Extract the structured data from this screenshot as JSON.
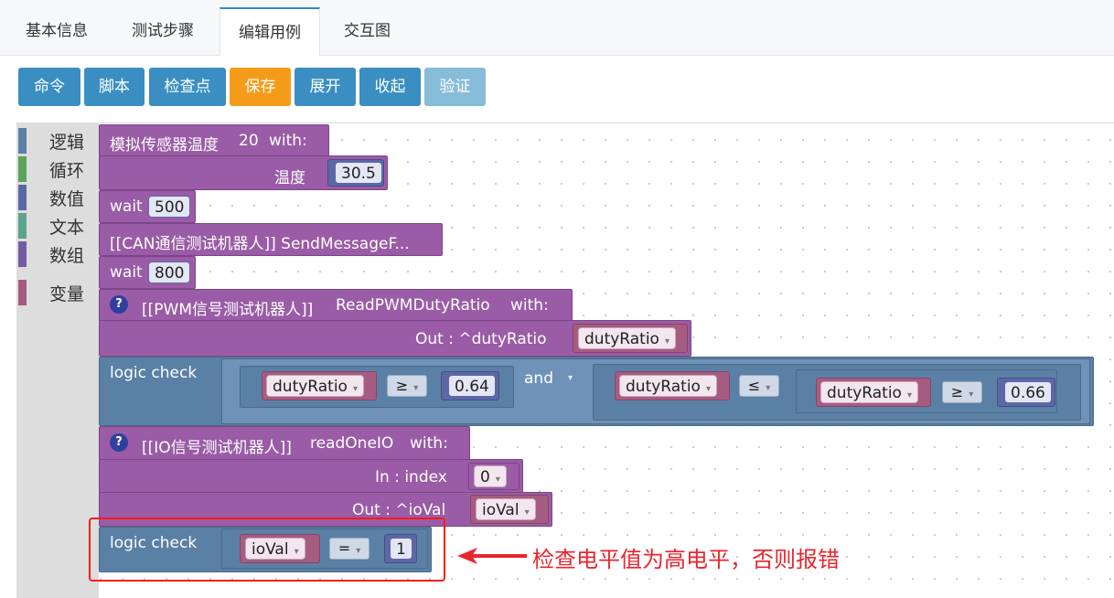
{
  "tabs": [
    "基本信息",
    "测试步骤",
    "编辑用例",
    "交互图"
  ],
  "toolbar": {
    "command": "命令",
    "script": "脚本",
    "checkpoint": "检查点",
    "save": "保存",
    "expand": "展开",
    "collapse": "收起",
    "verify": "验证"
  },
  "categories": [
    {
      "label": "逻辑",
      "color": "#5b80a5"
    },
    {
      "label": "循环",
      "color": "#5ba55b"
    },
    {
      "label": "数值",
      "color": "#5b67a5"
    },
    {
      "label": "文本",
      "color": "#5ba58c"
    },
    {
      "label": "数组",
      "color": "#745ba5"
    },
    {
      "label": "变量",
      "color": "#a55b80"
    }
  ],
  "blocks": {
    "sensor": {
      "name": "模拟传感器温度",
      "arg": "20",
      "with": "with:",
      "param": "温度",
      "value": "30.5"
    },
    "wait1": {
      "label": "wait",
      "value": "500"
    },
    "can": {
      "label": "[[CAN通信测试机器人]] SendMessageF..."
    },
    "wait2": {
      "label": "wait",
      "value": "800"
    },
    "pwm": {
      "help": "?",
      "robot": "[[PWM信号测试机器人]]",
      "keyword": "ReadPWMDutyRatio",
      "with": "with:",
      "out_label": "Out : ^dutyRatio",
      "out_var": "dutyRatio"
    },
    "check1": {
      "label": "logic check",
      "left": {
        "var": "dutyRatio",
        "op": "≥",
        "value": "0.64"
      },
      "join": "and",
      "right": {
        "var": "dutyRatio",
        "op": "≤"
      },
      "nested": {
        "var": "dutyRatio",
        "op": "≥",
        "value": "0.66"
      }
    },
    "io": {
      "help": "?",
      "robot": "[[IO信号测试机器人]]",
      "keyword": "readOneIO",
      "with": "with:",
      "in_label": "In : index",
      "in_value": "0",
      "out_label": "Out : ^ioVal",
      "out_var": "ioVal"
    },
    "check2": {
      "label": "logic check",
      "var": "ioVal",
      "op": "=",
      "value": "1"
    }
  },
  "annotation": "检查电平值为高电平，否则报错",
  "colors": {
    "accent": "#3a8ec2",
    "save": "#f49c1a",
    "procedure": "#9a5ca6",
    "logic": "#5b80a5",
    "annotation": "#e8262e"
  }
}
